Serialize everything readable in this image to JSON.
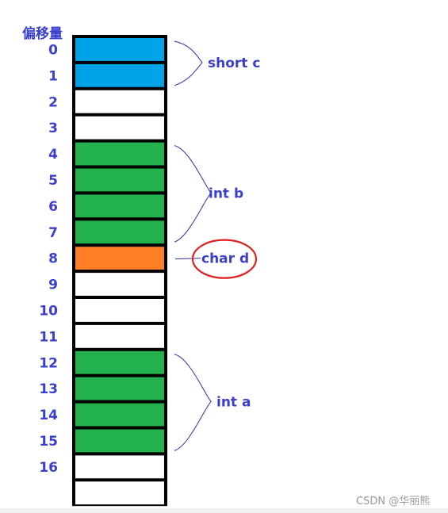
{
  "offset_header": "偏移量",
  "watermark": "CSDN @华丽熊",
  "colors": {
    "short": "#00a2e8",
    "int": "#22b14c",
    "char": "#ff7f27",
    "empty": "#ffffff",
    "border": "#000000",
    "label": "#3a3fcc",
    "brace": "#2b2fa8",
    "highlight": "#e02020"
  },
  "memory_rows": [
    {
      "offset": "0",
      "fill": "short"
    },
    {
      "offset": "1",
      "fill": "short"
    },
    {
      "offset": "2",
      "fill": "empty"
    },
    {
      "offset": "3",
      "fill": "empty"
    },
    {
      "offset": "4",
      "fill": "int"
    },
    {
      "offset": "5",
      "fill": "int"
    },
    {
      "offset": "6",
      "fill": "int"
    },
    {
      "offset": "7",
      "fill": "int"
    },
    {
      "offset": "8",
      "fill": "char"
    },
    {
      "offset": "9",
      "fill": "empty"
    },
    {
      "offset": "10",
      "fill": "empty"
    },
    {
      "offset": "11",
      "fill": "empty"
    },
    {
      "offset": "12",
      "fill": "int"
    },
    {
      "offset": "13",
      "fill": "int"
    },
    {
      "offset": "14",
      "fill": "int"
    },
    {
      "offset": "15",
      "fill": "int"
    },
    {
      "offset": "16",
      "fill": "empty"
    },
    {
      "offset": "",
      "fill": "empty"
    }
  ],
  "fields": [
    {
      "label": "short c",
      "start": 0,
      "end": 1,
      "circled": false
    },
    {
      "label": "int b",
      "start": 4,
      "end": 7,
      "circled": false
    },
    {
      "label": "char d",
      "start": 8,
      "end": 8,
      "circled": true
    },
    {
      "label": "int a",
      "start": 12,
      "end": 15,
      "circled": false
    }
  ]
}
